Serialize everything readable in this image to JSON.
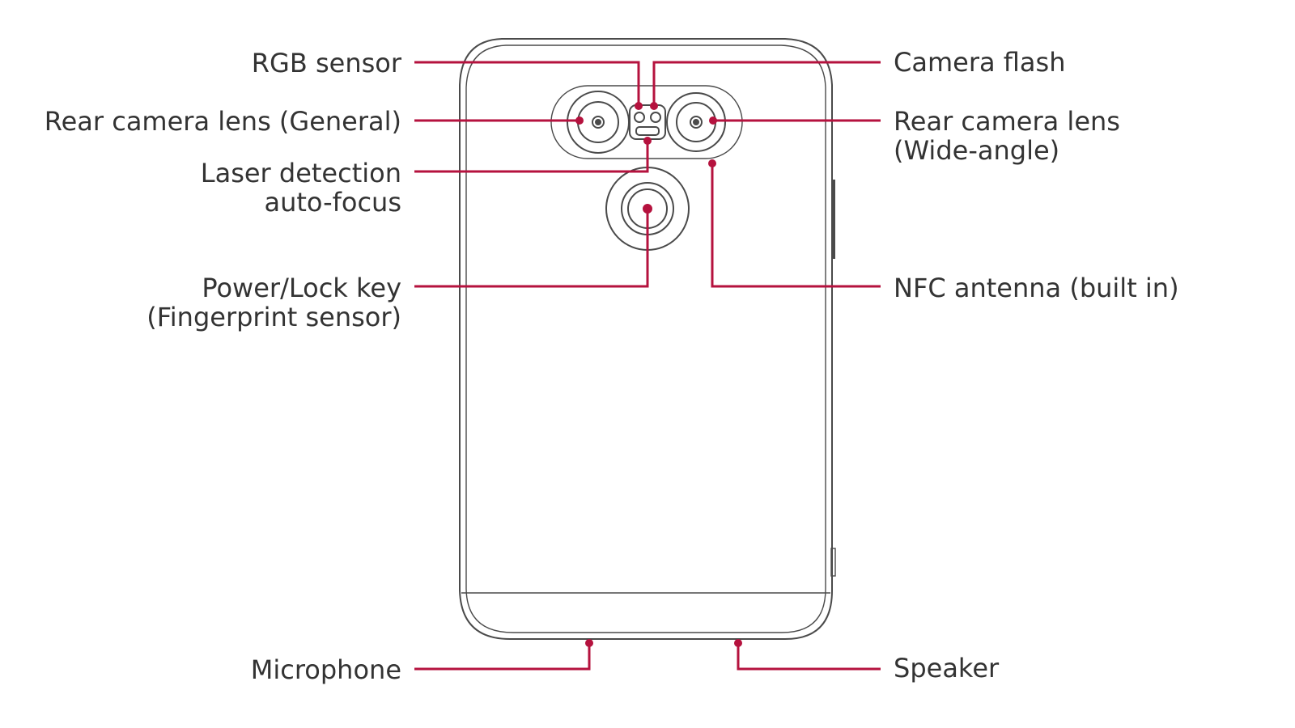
{
  "colors": {
    "callout": "#b5123e",
    "outline": "#4a4a4a",
    "text": "#333333"
  },
  "labels": {
    "rgb_sensor": "RGB sensor",
    "rear_camera_general": "Rear camera lens (General)",
    "laser_af_line1": "Laser detection",
    "laser_af_line2": "auto-focus",
    "power_key_line1": "Power/Lock key",
    "power_key_line2": "(Fingerprint sensor)",
    "microphone": "Microphone",
    "camera_flash": "Camera flash",
    "rear_camera_wide_line1": "Rear camera lens",
    "rear_camera_wide_line2": "(Wide-angle)",
    "nfc_antenna": "NFC antenna (built in)",
    "speaker": "Speaker"
  }
}
